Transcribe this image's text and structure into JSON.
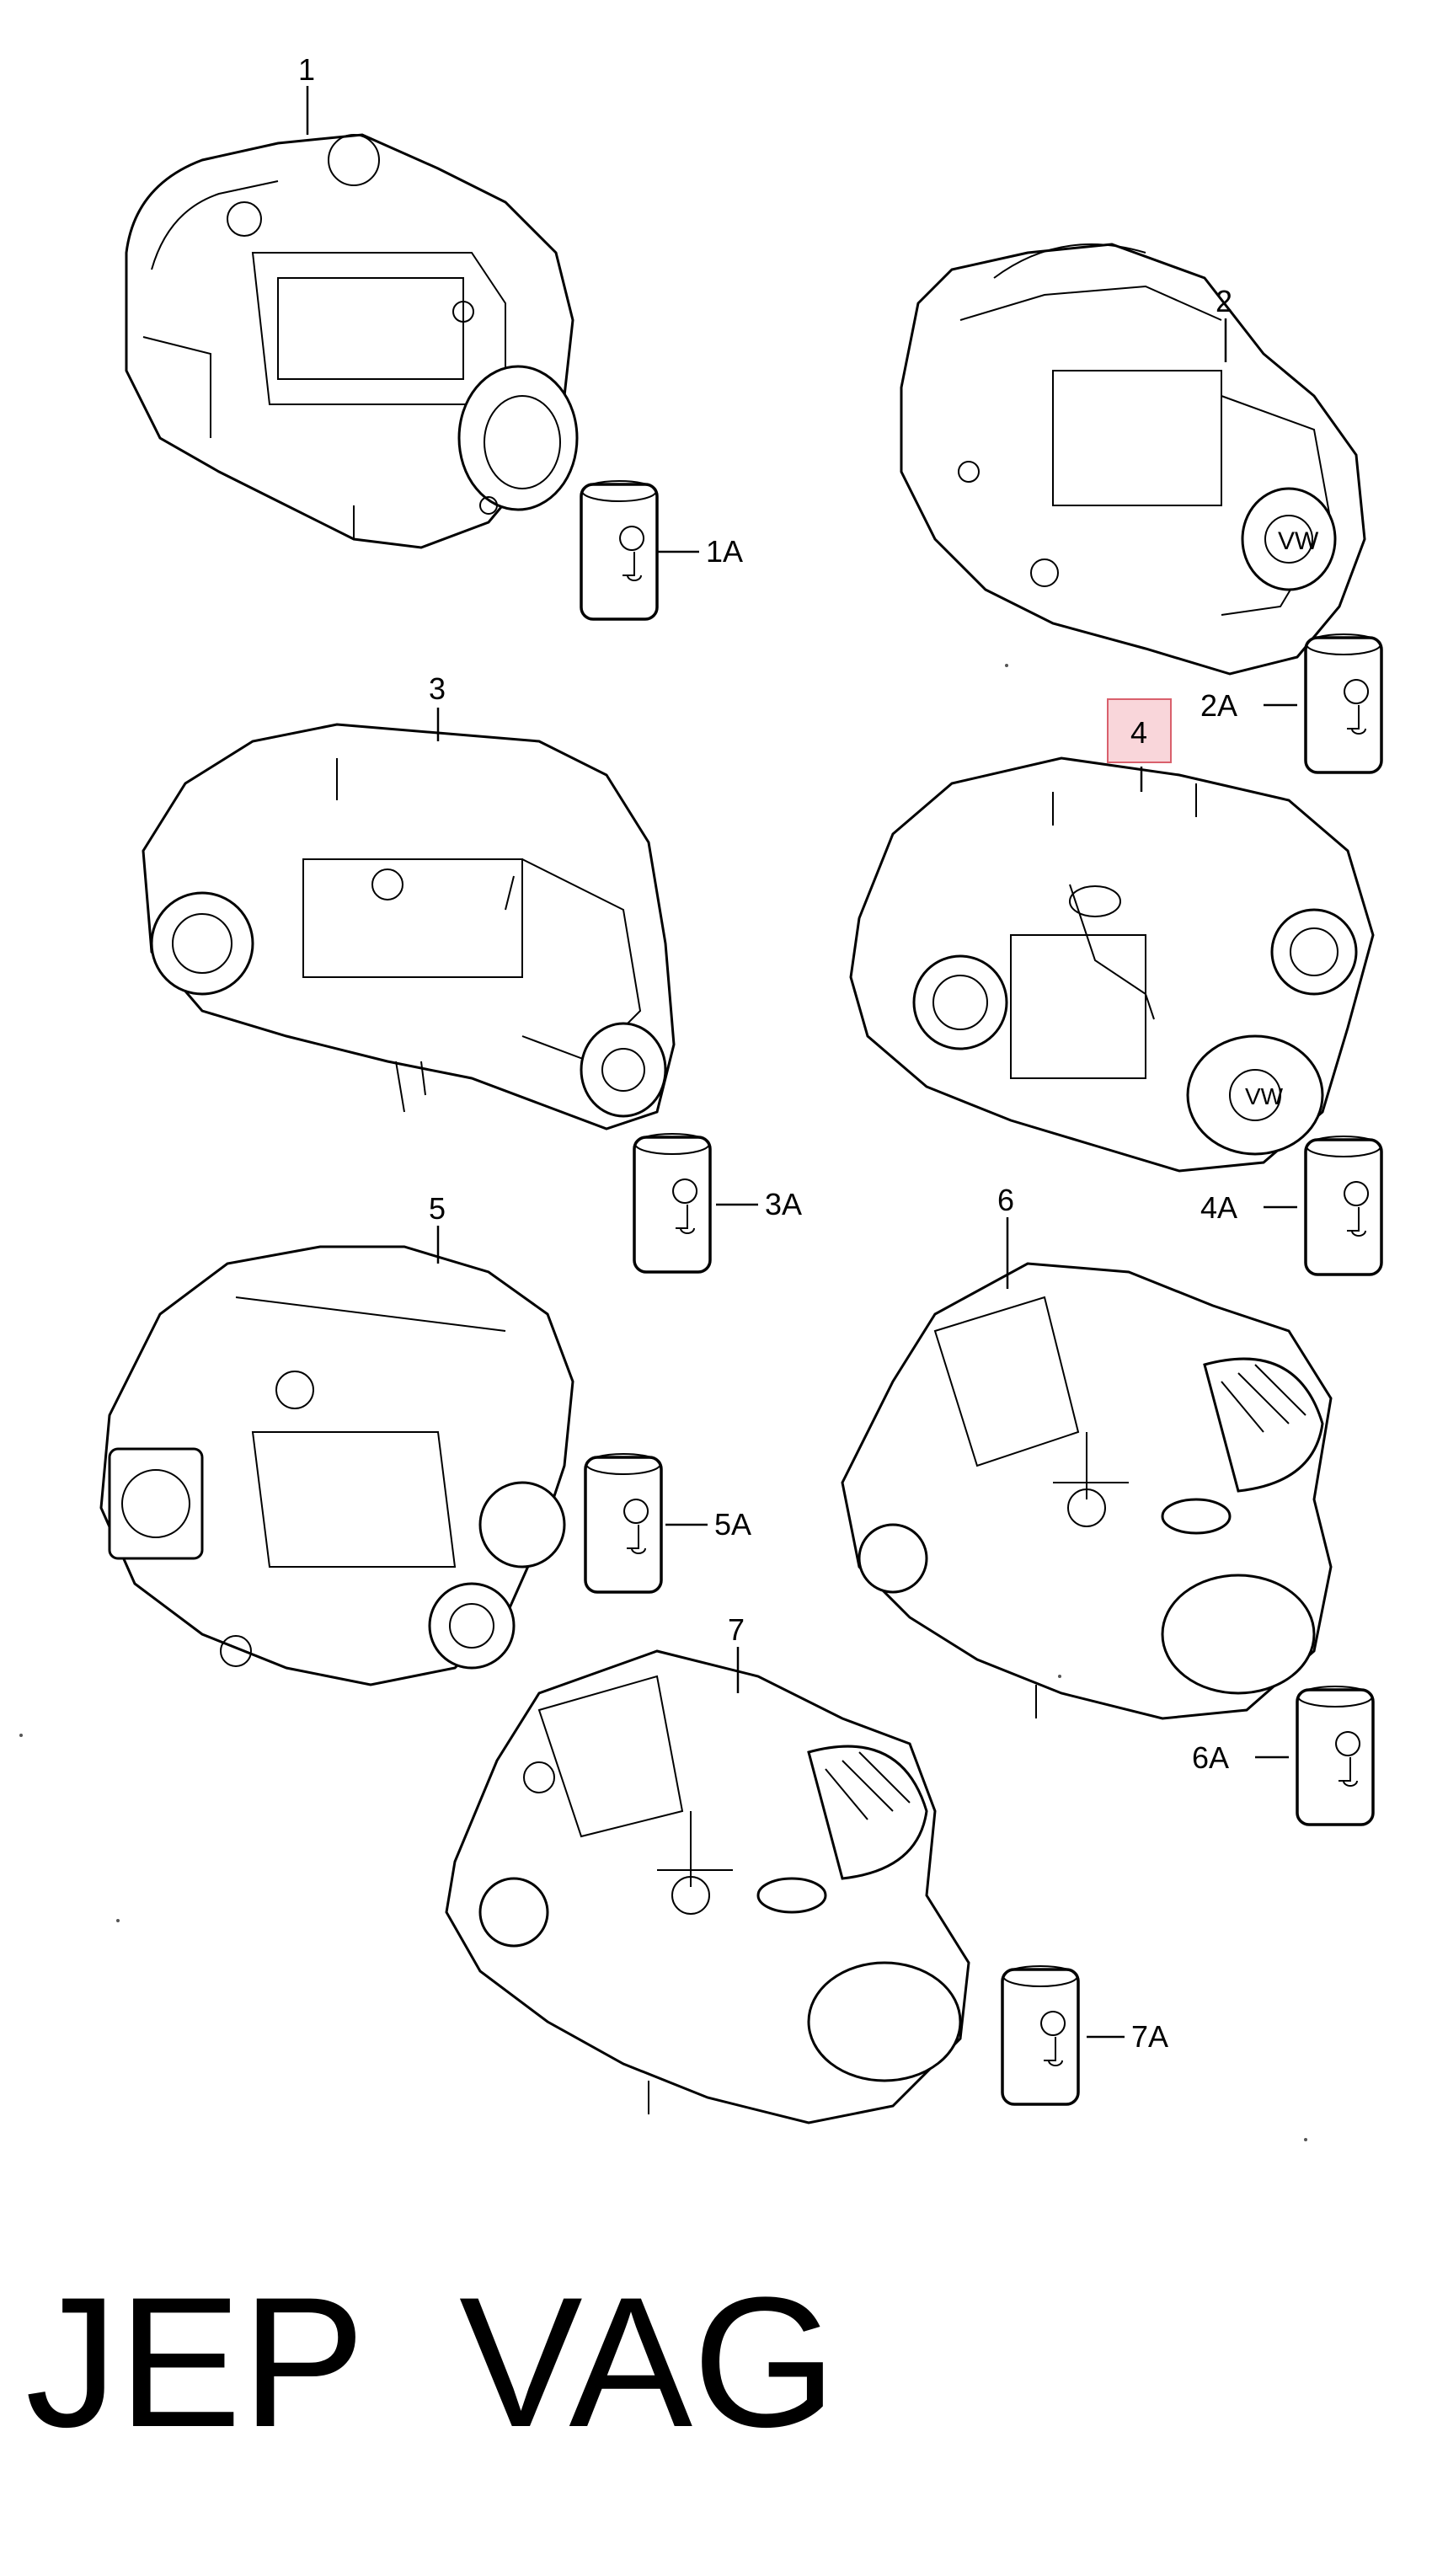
{
  "diagram": {
    "parts": [
      {
        "id": "1",
        "label": "1"
      },
      {
        "id": "2",
        "label": "2"
      },
      {
        "id": "3",
        "label": "3"
      },
      {
        "id": "4",
        "label": "4",
        "highlighted": true
      },
      {
        "id": "5",
        "label": "5"
      },
      {
        "id": "6",
        "label": "6"
      },
      {
        "id": "7",
        "label": "7"
      }
    ],
    "oil_cans": [
      {
        "id": "1A",
        "label": "1A"
      },
      {
        "id": "2A",
        "label": "2A"
      },
      {
        "id": "3A",
        "label": "3A"
      },
      {
        "id": "4A",
        "label": "4A"
      },
      {
        "id": "5A",
        "label": "5A"
      },
      {
        "id": "6A",
        "label": "6A"
      },
      {
        "id": "7A",
        "label": "7A"
      }
    ],
    "highlight_color": "#f9d6da"
  },
  "footer": {
    "code": "JEP",
    "brand": "VAG"
  }
}
